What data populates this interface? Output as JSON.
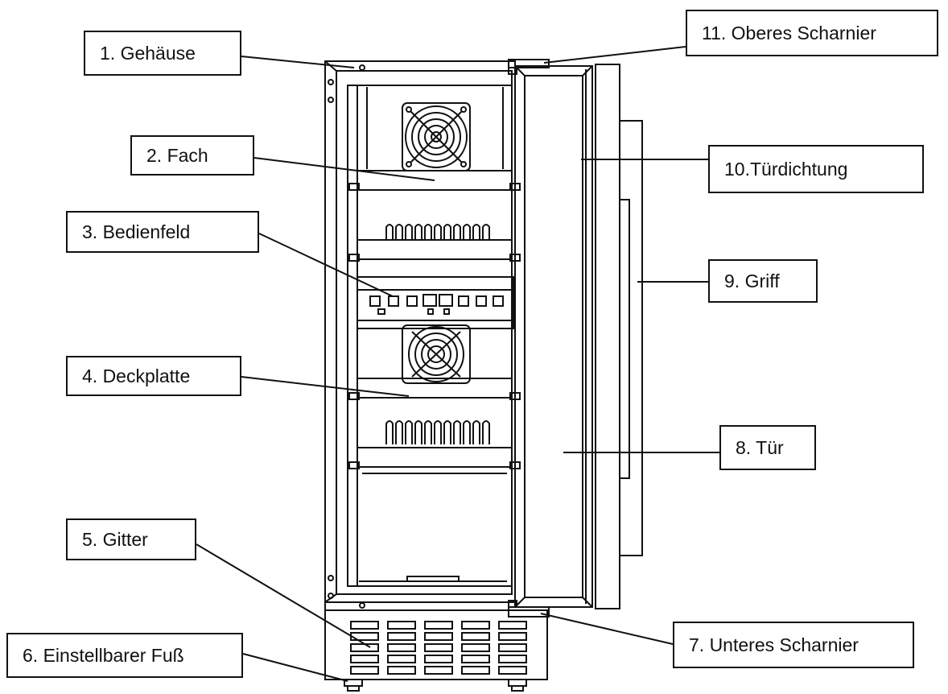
{
  "labels": {
    "gehaeuse": "1. Gehäuse",
    "fach": "2. Fach",
    "bedienfeld": "3. Bedienfeld",
    "deckplatte": "4. Deckplatte",
    "gitter": "5. Gitter",
    "fuss": "6. Einstellbarer Fuß",
    "unteres_scharnier": "7. Unteres Scharnier",
    "tuer": "8. Tür",
    "griff": "9. Griff",
    "tuerdichtung": "10.Türdichtung",
    "oberes_scharnier": "11. Oberes Scharnier"
  },
  "colors": {
    "line": "#111111",
    "background": "#ffffff"
  }
}
